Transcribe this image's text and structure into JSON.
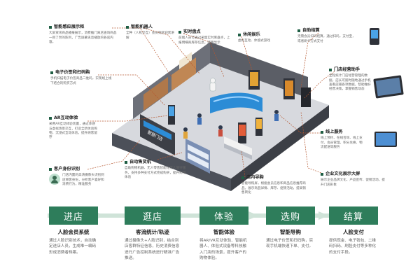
{
  "scene": {
    "sign_text": "智慧门店"
  },
  "callouts": [
    {
      "title": "智能感应展示柜",
      "desc": "大屏资讯商品播报展示，消费推门离店查询商品一目了然的陈列，广告屏幕讯息播放的各店内容。"
    },
    {
      "title": "智能机器人",
      "desc": "全种（人机交互）会员到店迎宾讲解"
    },
    {
      "title": "实时盘点",
      "desc": "前端人员可通过采集实时库盘点，上报明细商库存信息，结算显示"
    },
    {
      "title": "休闲娱乐",
      "desc": "虚拟互动、体感式游戏"
    },
    {
      "title": "自助结算",
      "desc": "无需会员扫码结算，通过扫码，支付宝，或者刷卡方式支付"
    },
    {
      "title": "电子价签和扫码购",
      "desc": "手机扫描电子价签商品二维码，实现线上线下结合的购买方式"
    },
    {
      "title": "门店经营助手",
      "desc": "全程统计门店经营管理的数据，店长可随时随地通过手机查看店铺各项数据，帮助做好经营决策，掌握销售动态"
    },
    {
      "title": "AR互动体验",
      "desc": "采用AR互动体验装置，通过体感与虚拟场景交互，打造全新体验购物，沉浸式互动体验，提升顾客留存"
    },
    {
      "title": "线上服务",
      "desc": "线上预约、在线咨询、线上支付、会员管理、积分兑换、物流配送等服务"
    },
    {
      "title": "客户身份识别",
      "desc": "门店内置的高清摄像头识别到店顾客身份，分析客户喜好和消费行为，精准服务"
    },
    {
      "title": "自动售货机",
      "desc": "自助购物机器、无人零售智能化无人值守服务，支持多种支付方式完成购买，提升购物体验"
    },
    {
      "title": "店内导购",
      "desc": "智能导购屏，根据会员信息和商品信息推荐商品，展示商品详情、库存、促销活动，提高销售转化"
    },
    {
      "title": "企业文化展示大屏",
      "desc": "展示企业品牌文化、产品宣传、促销活动，提升门店形象"
    }
  ],
  "stages": [
    {
      "label": "进店",
      "title": "人脸会员系统",
      "desc": "通过人脸识别技术，自动确定进店人员，生成唯一编码形成消费者档案。"
    },
    {
      "label": "逛店",
      "title": "客流统计/轨迹",
      "desc": "通过摄像头+人脸识别，结合到店客群特征信息，历史消费信息进行广告控制系统进行精准广告推送。"
    },
    {
      "label": "体验",
      "title": "智能体验",
      "desc": "将AR/VR互动体验、智能机器人、体验式设备等科技融入门店的场景，提升客户的购物体验。"
    },
    {
      "label": "选购",
      "title": "智能导购",
      "desc": "通过电子价签和扫码购，实现手机端快速下单、支付。"
    },
    {
      "label": "结算",
      "title": "人脸支付",
      "desc": "提供现金、电子钱包、二维码扫码、刷脸支付等多种化的支付手段。"
    }
  ],
  "colors": {
    "accent": "#2e7d5b",
    "bullet": "#1f5e44",
    "dashes": "#b5562e",
    "floor": "#5b5e66"
  }
}
